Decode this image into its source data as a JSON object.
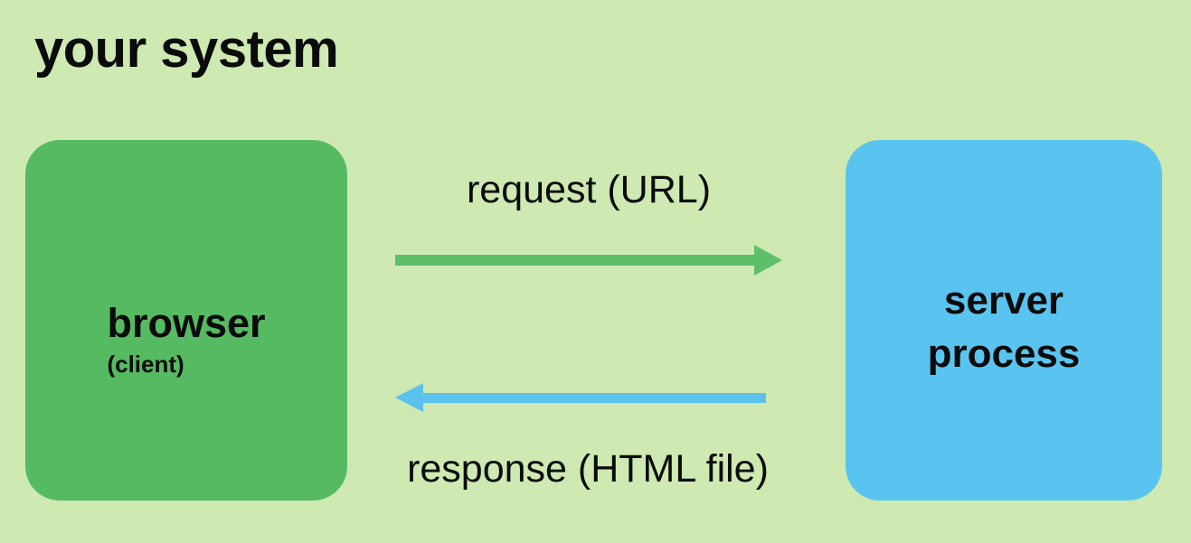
{
  "diagram": {
    "title": "your system",
    "nodes": {
      "client": {
        "label": "browser",
        "sublabel": "(client)"
      },
      "server": {
        "label": "server process"
      }
    },
    "flows": {
      "request": {
        "label": "request (URL)",
        "direction": "left-to-right"
      },
      "response": {
        "label": "response (HTML file)",
        "direction": "right-to-left"
      }
    },
    "colors": {
      "background": "#cee9b2",
      "client_box": "#56ba62",
      "server_box": "#5ac4f0",
      "request_arrow": "#5dbf6a",
      "response_arrow": "#5bc2ee",
      "text": "#0b0b0b"
    }
  }
}
